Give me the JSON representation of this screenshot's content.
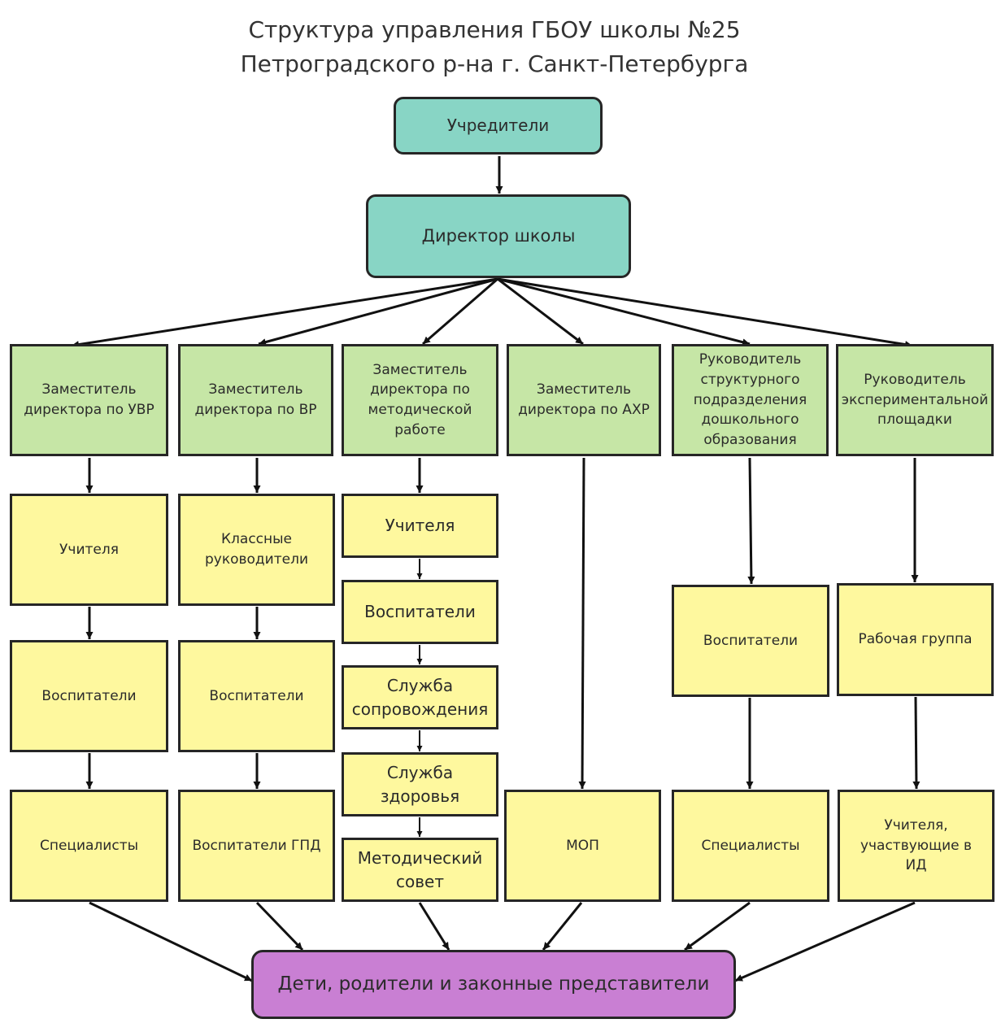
{
  "title": {
    "line1": "Структура управления ГБОУ школы №25",
    "line2": "Петроградского р-на г. Санкт-Петербурга"
  },
  "nodes": {
    "founders": "Учредители",
    "director": "Директор школы",
    "deputy_uvr": "Заместитель директора по УВР",
    "deputy_vr": "Заместитель директора по ВР",
    "deputy_method": "Заместитель директора по методической работе",
    "deputy_ahr": "Заместитель директора по АХР",
    "head_preschool": "Руководитель структурного подразделения дошкольного образования",
    "head_experimental": "Руководитель экспериментальной площадки",
    "c1_teachers": "Учителя",
    "c1_educators": "Воспитатели",
    "c1_specialists": "Специалисты",
    "c2_class_teachers": "Классные руководители",
    "c2_educators": "Воспитатели",
    "c2_gpd_educators": "Воспитатели ГПД",
    "c3_teachers": "Учителя",
    "c3_educators": "Воспитатели",
    "c3_support_service": "Служба сопровождения",
    "c3_health_service": "Служба здоровья",
    "c3_method_council": "Методический совет",
    "c4_mop": "МОП",
    "c5_educators": "Воспитатели",
    "c5_specialists": "Специалисты",
    "c6_working_group": "Рабочая группа",
    "c6_id_teachers": "Учителя, участвующие в ИД",
    "beneficiaries": "Дети, родители и законные представители"
  },
  "colors": {
    "top_level": "#88d5c5",
    "deputies": "#c6e6a6",
    "staff": "#fef89e",
    "beneficiaries": "#c97fd3",
    "border": "#262626"
  }
}
